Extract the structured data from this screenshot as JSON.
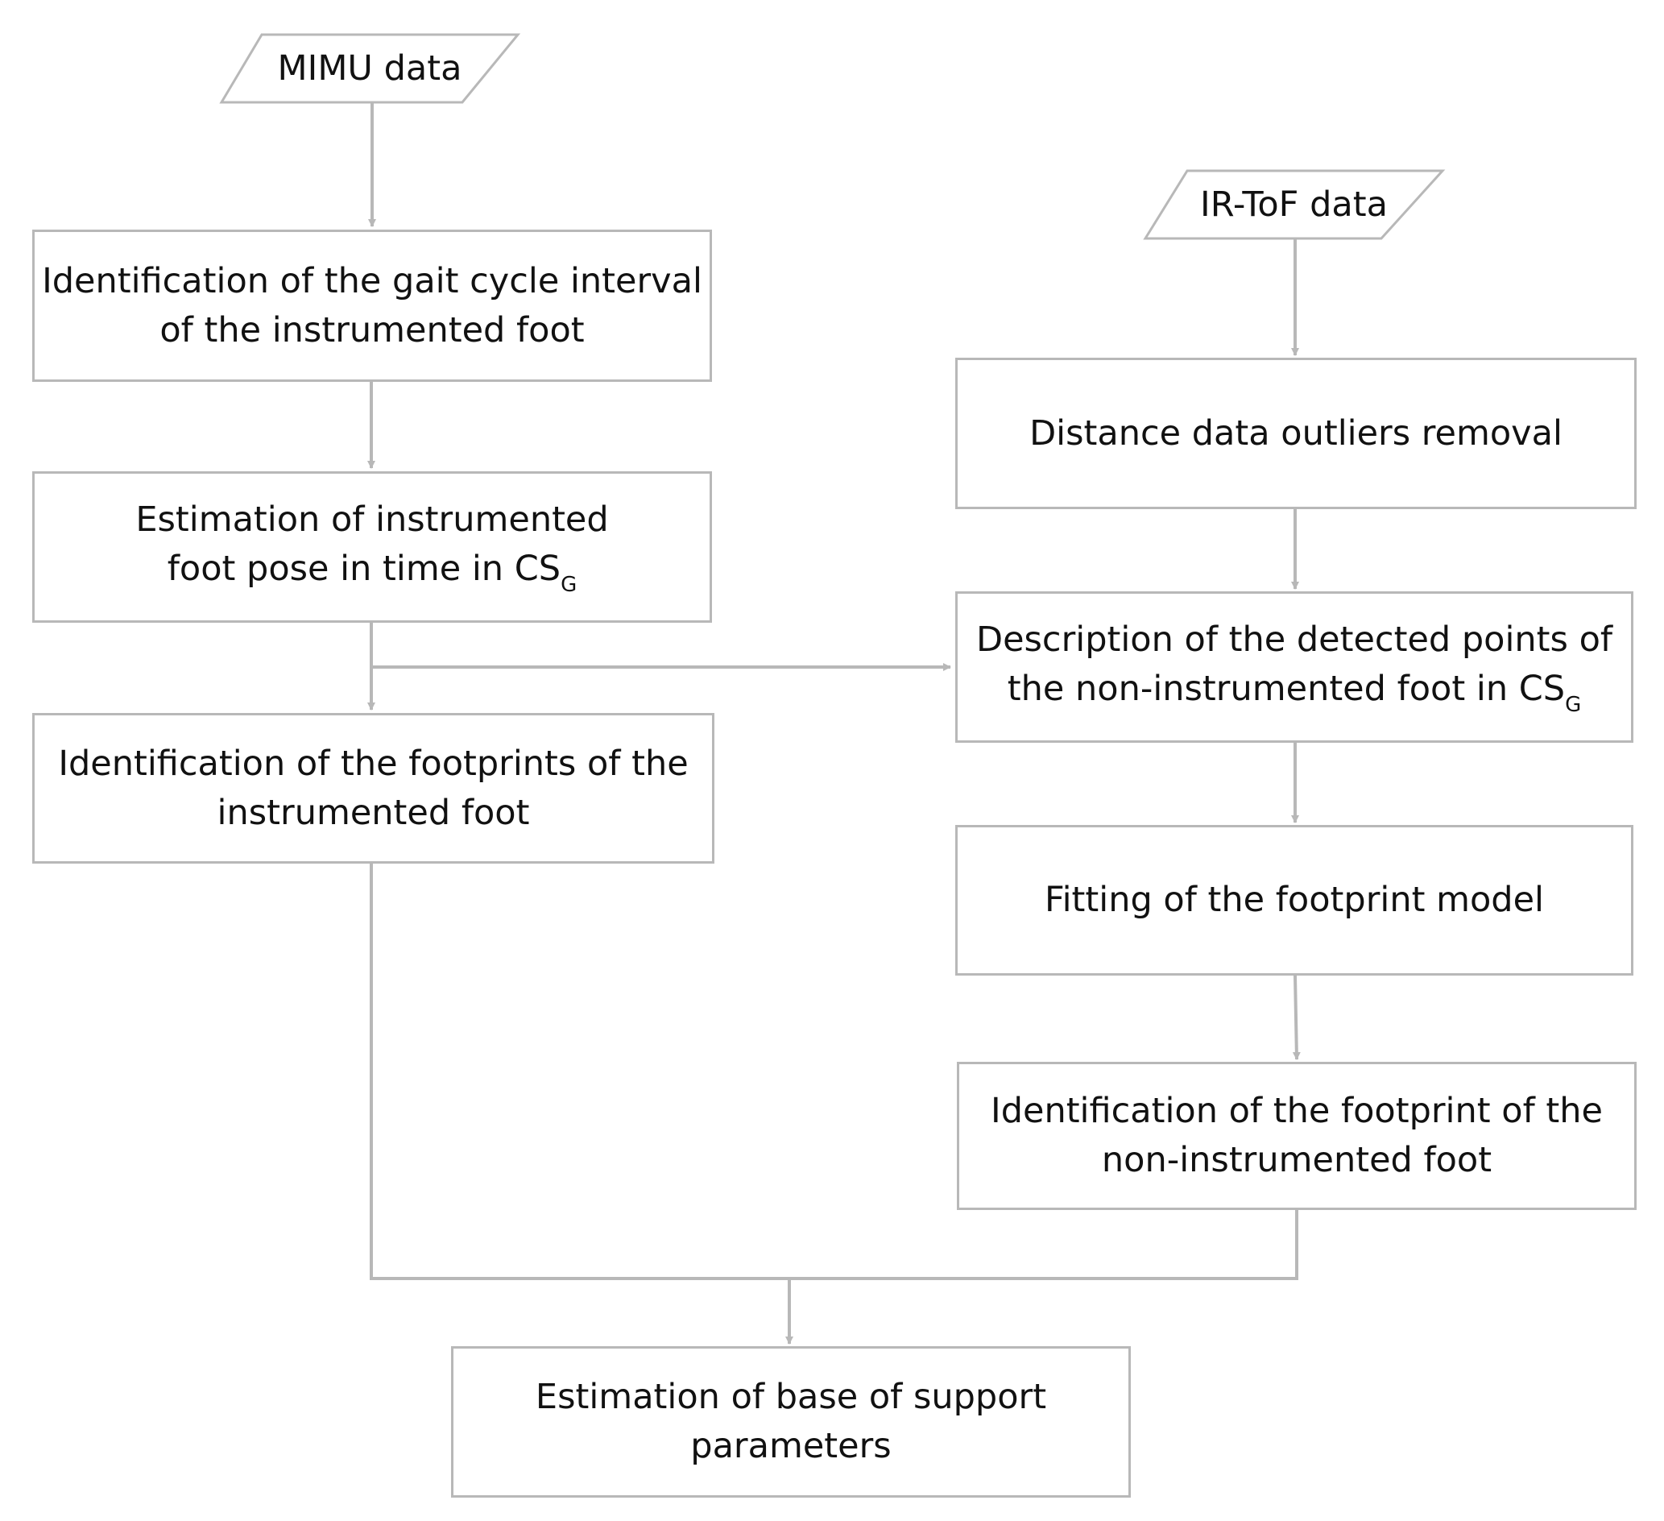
{
  "diagram": {
    "line_color": "#b8b8b8",
    "inputs": {
      "mimu": "MIMU data",
      "irtof": "IR-ToF data"
    },
    "left": {
      "gait_cycle": {
        "line1": "Identification of the gait cycle interval",
        "line2": "of the instrumented foot"
      },
      "pose": {
        "line1": "Estimation of instrumented",
        "line2_pre": "foot pose in time in CS",
        "line2_sub": "G"
      },
      "footprints": {
        "line1": "Identification of the footprints of the",
        "line2": "instrumented foot"
      }
    },
    "right": {
      "outliers": {
        "line1": "Distance data outliers removal"
      },
      "description": {
        "line1": "Description of the detected points of",
        "line2_pre": "the non-instrumented foot in CS",
        "line2_sub": "G"
      },
      "fitting": {
        "line1": "Fitting of the footprint model"
      },
      "footprint_non": {
        "line1": "Identification of the footprint of the",
        "line2": "non-instrumented foot"
      }
    },
    "output": {
      "base_support": {
        "line1": "Estimation of base of support",
        "line2": "parameters"
      }
    }
  }
}
